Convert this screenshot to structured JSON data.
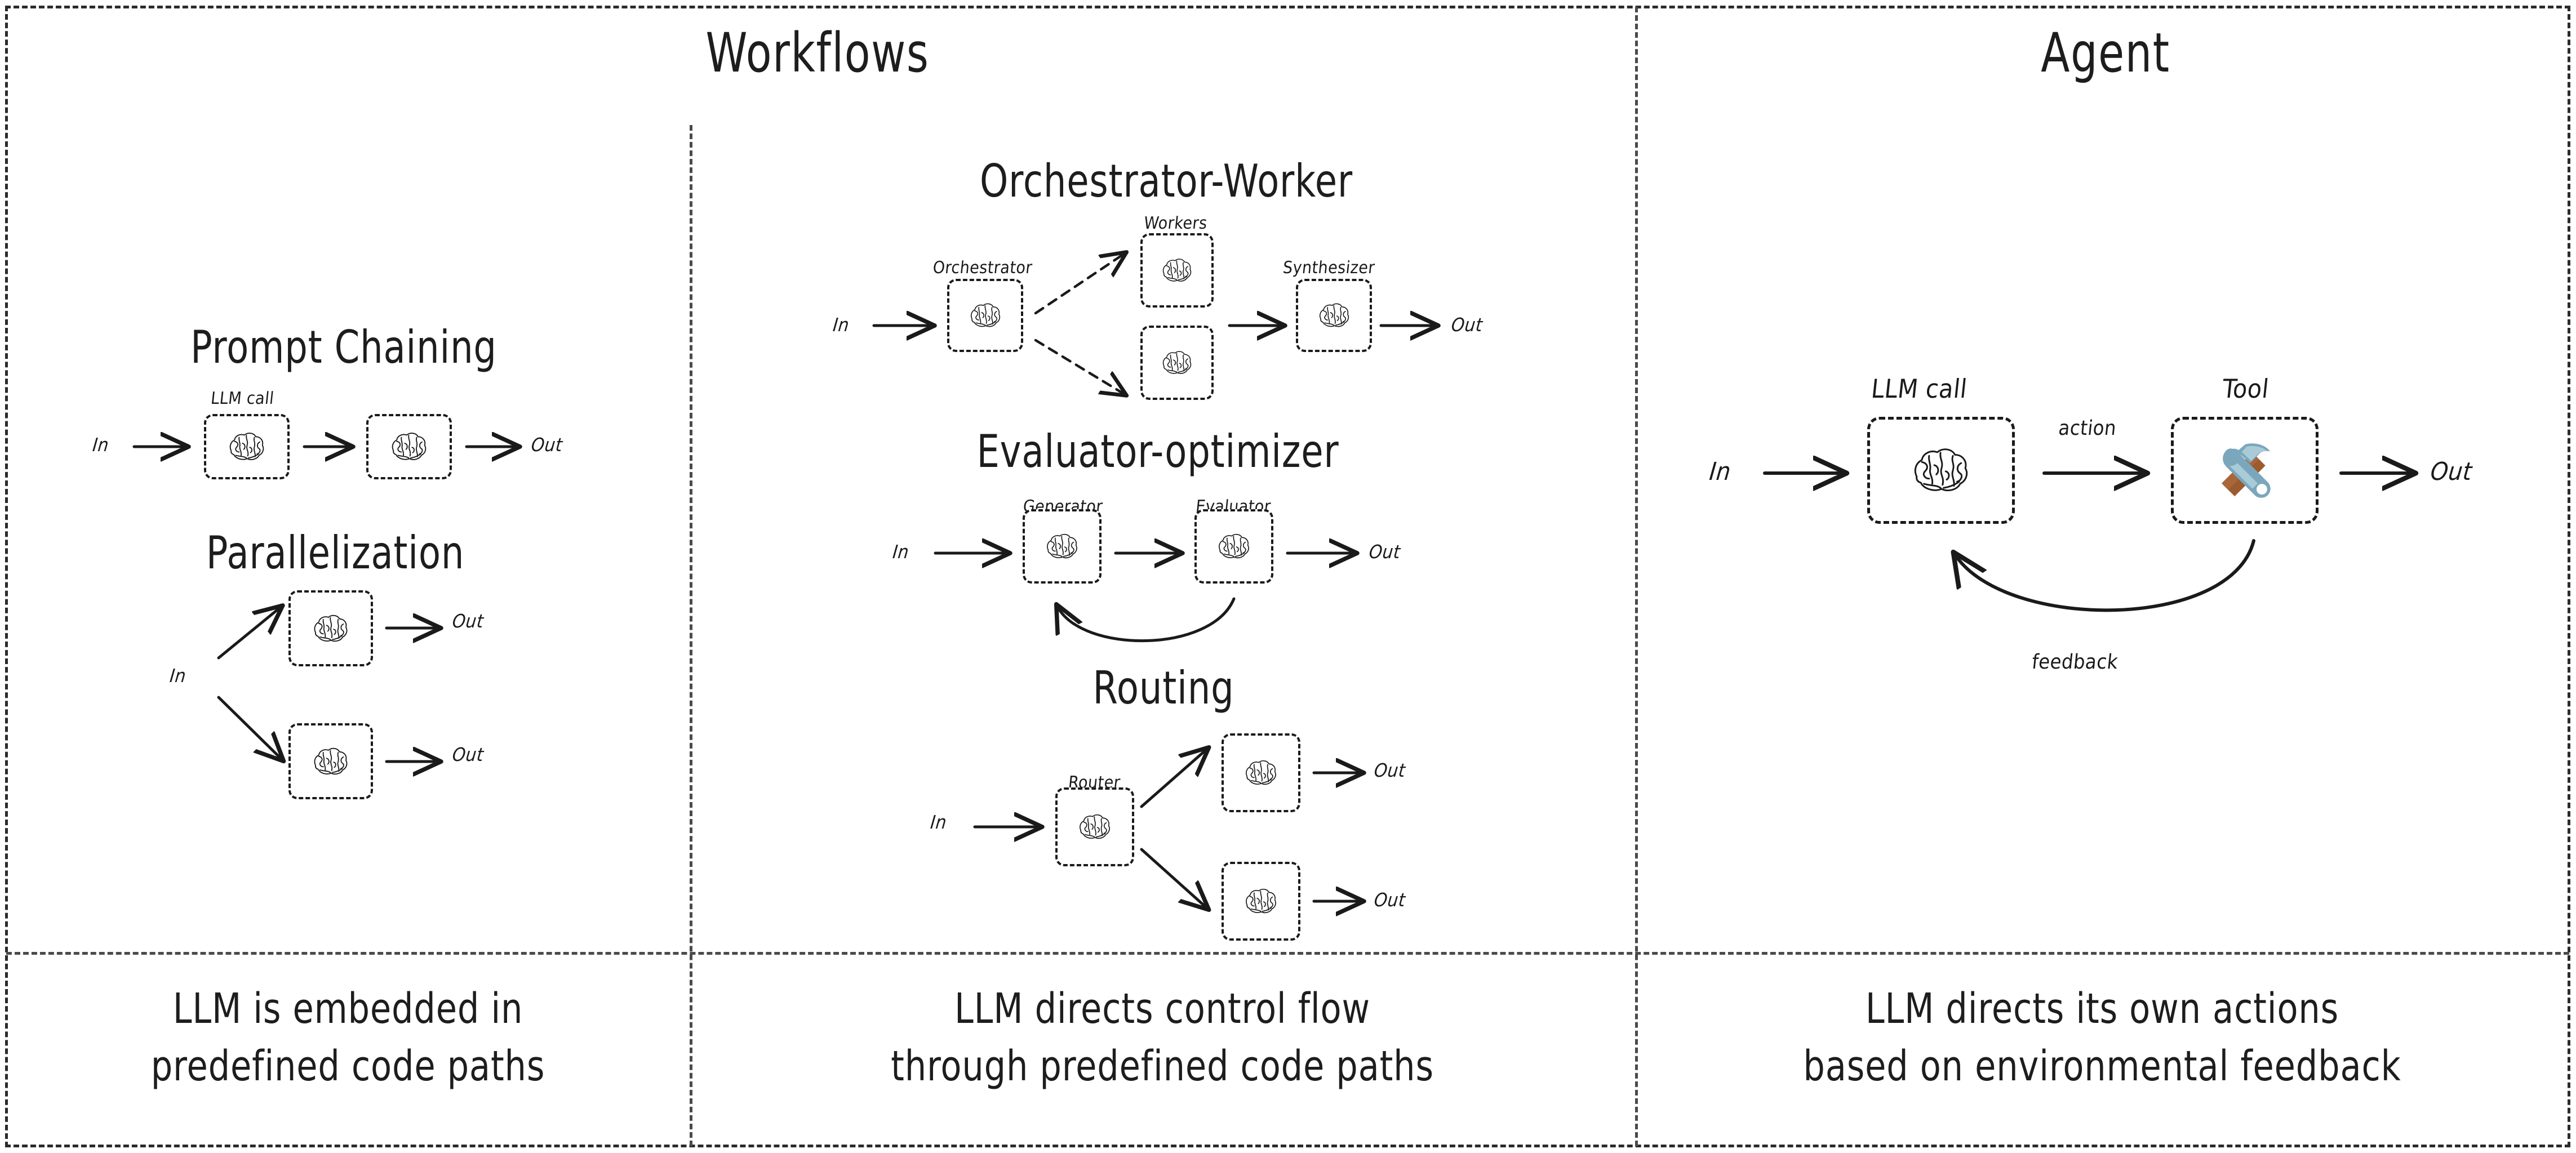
{
  "headers": {
    "workflows": "Workflows",
    "agent": "Agent"
  },
  "patterns": {
    "prompt_chaining": {
      "title": "Prompt Chaining",
      "input": "In",
      "output": "Out",
      "node_label": "LLM call",
      "nodes": [
        "llm-call-1",
        "llm-call-2"
      ]
    },
    "parallelization": {
      "title": "Parallelization",
      "input": "In",
      "output_top": "Out",
      "output_bottom": "Out"
    },
    "orchestrator_worker": {
      "title": "Orchestrator-Worker",
      "input": "In",
      "output": "Out",
      "orchestrator_label": "Orchestrator",
      "workers_label": "Workers",
      "synthesizer_label": "Synthesizer"
    },
    "evaluator_optimizer": {
      "title": "Evaluator-optimizer",
      "input": "In",
      "output": "Out",
      "generator_label": "Generator",
      "evaluator_label": "Evaluator"
    },
    "routing": {
      "title": "Routing",
      "input": "In",
      "router_label": "Router",
      "output_top": "Out",
      "output_bottom": "Out"
    },
    "agent": {
      "input": "In",
      "output": "Out",
      "llm_call_label": "LLM call",
      "tool_label": "Tool",
      "action_label": "action",
      "feedback_label": "feedback"
    }
  },
  "captions": {
    "left_line1": "LLM is embedded in",
    "left_line2": "predefined code paths",
    "mid_line1": "LLM directs control flow",
    "mid_line2": "through predefined code paths",
    "right_line1": "LLM directs its own actions",
    "right_line2": "based on environmental feedback"
  },
  "icons": {
    "brain": "brain-icon",
    "tool": "hammer-and-wrench-icon"
  },
  "colors": {
    "ink": "#1d1d1d",
    "divider": "#4a4a4a",
    "background": "#ffffff",
    "tool_metal": "#7BA7BC",
    "tool_metal_light": "#A9CBD8",
    "tool_handle": "#9C5B2E"
  }
}
